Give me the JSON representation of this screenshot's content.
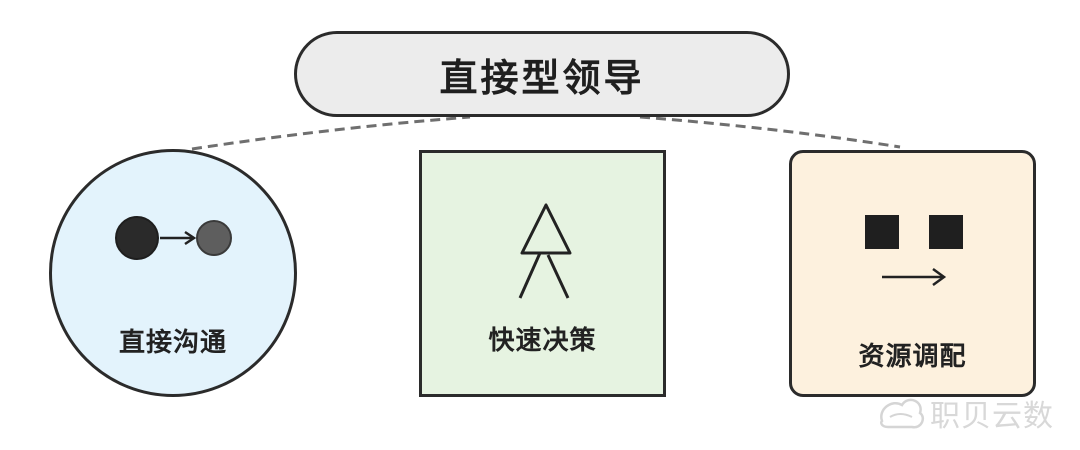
{
  "title": "直接型领导",
  "cards": [
    {
      "label": "直接沟通",
      "icon": "two-dots-arrow-icon",
      "fill": "#e3f3fc"
    },
    {
      "label": "快速决策",
      "icon": "sketch-person-icon",
      "fill": "#e6f3e1"
    },
    {
      "label": "资源调配",
      "icon": "two-squares-arrow-icon",
      "fill": "#fdf1de"
    }
  ],
  "watermark": {
    "icon": "cloud-logo-icon"
  },
  "colors": {
    "stroke": "#2b2b2b",
    "connector": "#6f6f6f",
    "pill_fill": "#ececec"
  }
}
